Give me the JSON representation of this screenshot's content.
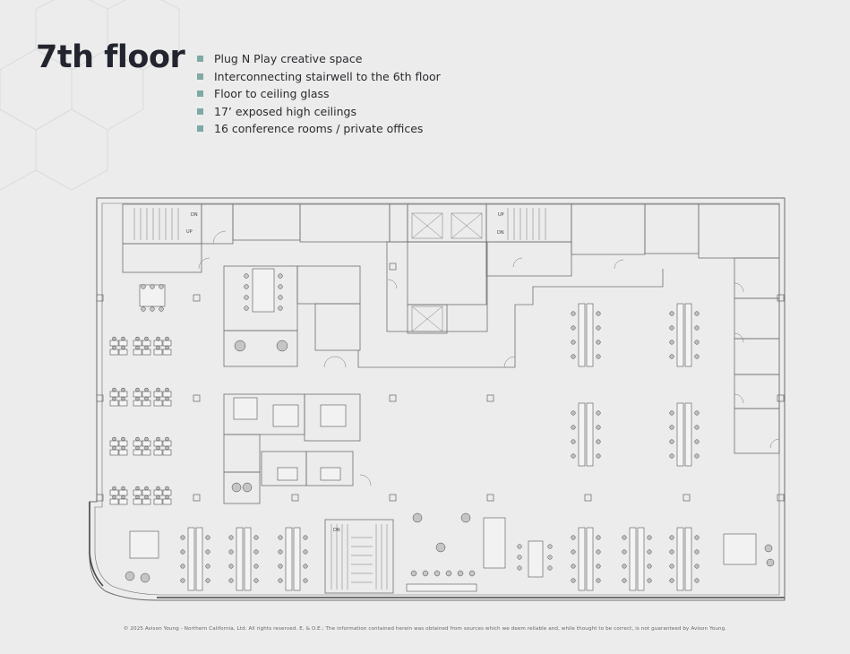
{
  "page": {
    "title": "7th floor",
    "features": [
      "Plug N Play creative space",
      "Interconnecting stairwell to the 6th floor",
      "Floor to ceiling glass",
      "17’ exposed high ceilings",
      "16 conference rooms / private offices"
    ],
    "footer": "© 2025 Avison Young - Northern California, Ltd. All rights reserved.  E. & O.E.: The information contained herein was obtained from sources which we deem reliable and, while thought to be correct, is not guaranteed by Avison Young."
  },
  "floorplan": {
    "stair_labels": {
      "dn": "DN",
      "up": "UP"
    }
  },
  "colors": {
    "bullet": "#7fa9a4",
    "title": "#22242e",
    "plan_line": "#6b6b6b",
    "background": "#ececec"
  }
}
